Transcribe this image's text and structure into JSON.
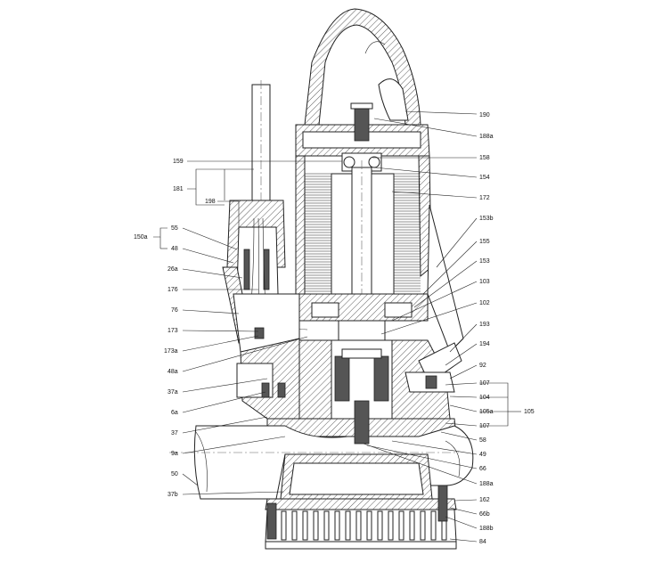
{
  "labels": {
    "l190": "190",
    "l188a_top": "188a",
    "l158": "158",
    "l159": "159",
    "l154": "154",
    "l181": "181",
    "l198": "198",
    "l172": "172",
    "l153b": "153b",
    "l150a": "150a",
    "l55": "55",
    "l48": "48",
    "l155": "155",
    "l153": "153",
    "l26a": "26a",
    "l103": "103",
    "l176": "176",
    "l102": "102",
    "l76": "76",
    "l193": "193",
    "l173": "173",
    "l194": "194",
    "l173a": "173a",
    "l92": "92",
    "l48a": "48a",
    "l107_top": "107",
    "l37a": "37a",
    "l104": "104",
    "l105": "105",
    "l6a": "6a",
    "l105a": "105a",
    "l107_bot": "107",
    "l37": "37",
    "l58": "58",
    "l9a": "9a",
    "l49": "49",
    "l66": "66",
    "l50": "50",
    "l188a_bot": "188a",
    "l37b": "37b",
    "l162": "162",
    "l66b": "66b",
    "l188b": "188b",
    "l84": "84"
  }
}
